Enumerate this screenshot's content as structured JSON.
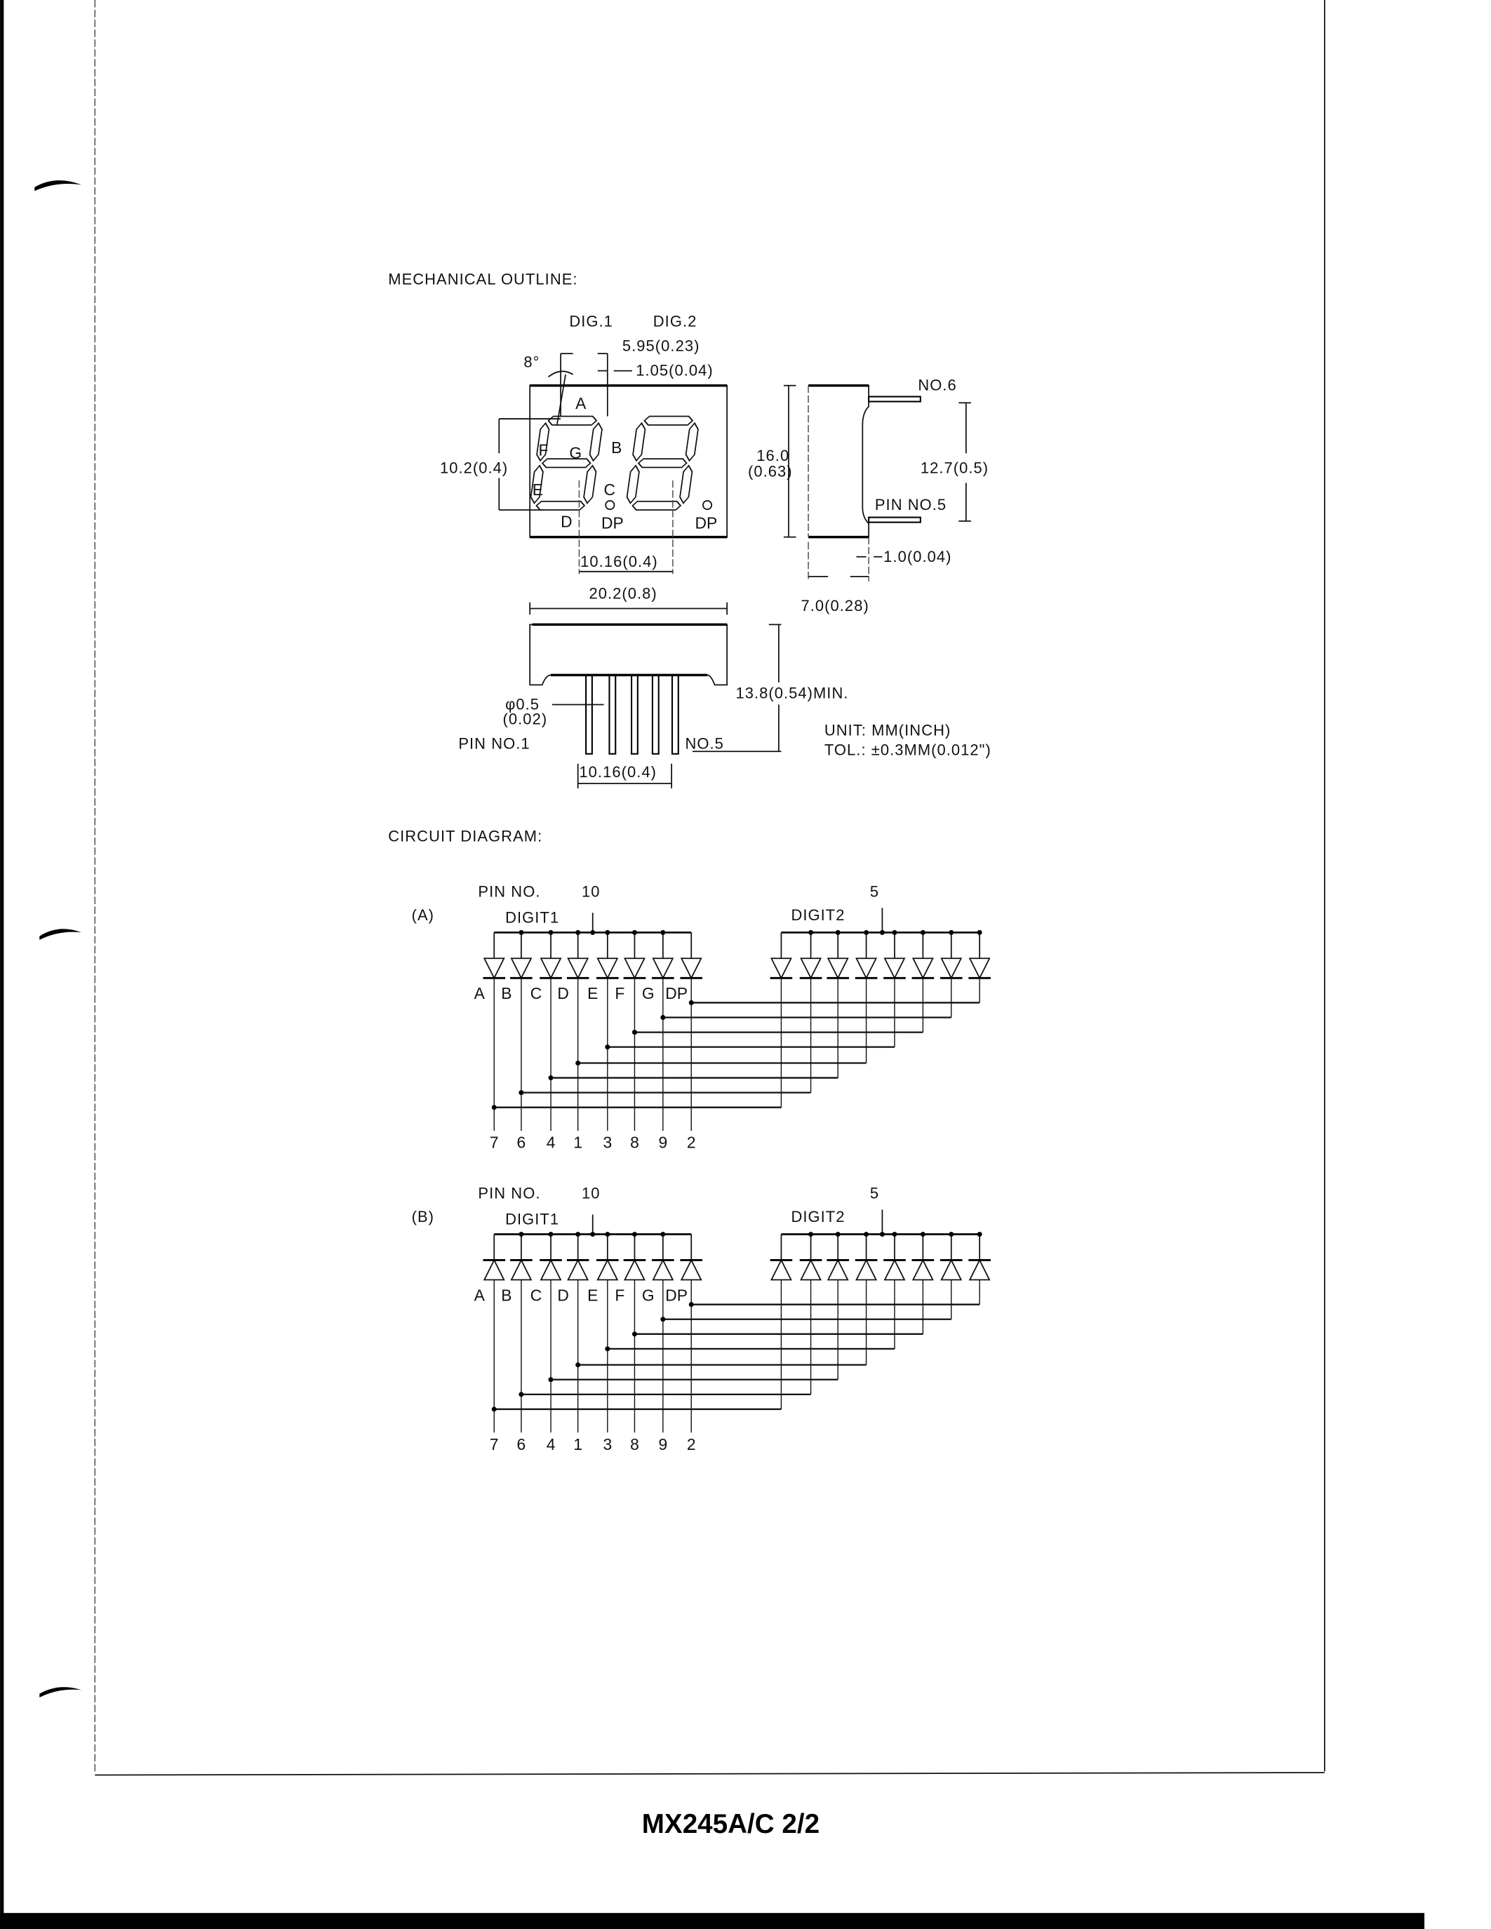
{
  "footer": {
    "doc_id": "MX245A/C 2/2"
  },
  "mechanical": {
    "title": "MECHANICAL OUTLINE:",
    "dig1": "DIG.1",
    "dig2": "DIG.2",
    "dim_595": "5.95(0.23)",
    "dim_105": "1.05(0.04)",
    "angle": "8°",
    "segments": {
      "a": "A",
      "b": "B",
      "c": "C",
      "d": "D",
      "e": "E",
      "f": "F",
      "g": "G",
      "dp1": "DP",
      "dp2": "DP"
    },
    "dim_102": "10.2(0.4)",
    "dim_1016_top": "10.16(0.4)",
    "dim_202": "20.2(0.8)",
    "dim_160": "16.0",
    "dim_063": "(0.63)",
    "no6": "NO.6",
    "dim_127": "12.7(0.5)",
    "pin_no5": "PIN NO.5",
    "dim_10": "1.0(0.04)",
    "dim_70": "7.0(0.28)",
    "dim_phi": "φ0.5",
    "dim_phi_in": "(0.02)",
    "pin_no1": "PIN NO.1",
    "no5": "NO.5",
    "dim_138": "13.8(0.54)MIN.",
    "dim_1016_bottom": "10.16(0.4)",
    "unit": "UNIT: MM(INCH)",
    "tol": "TOL.: ±0.3MM(0.012\")"
  },
  "circuit": {
    "title": "CIRCUIT DIAGRAM:",
    "segment_labels": [
      "A",
      "B",
      "C",
      "D",
      "E",
      "F",
      "G",
      "DP"
    ],
    "pin_numbers": [
      "7",
      "6",
      "4",
      "1",
      "3",
      "8",
      "9",
      "2"
    ],
    "a": {
      "tag": "(A)",
      "pin_no": "PIN NO.",
      "pin_common1": "10",
      "pin_common2": "5",
      "digit1": "DIGIT1",
      "digit2": "DIGIT2"
    },
    "b": {
      "tag": "(B)",
      "pin_no": "PIN NO.",
      "pin_common1": "10",
      "pin_common2": "5",
      "digit1": "DIGIT1",
      "digit2": "DIGIT2"
    }
  }
}
